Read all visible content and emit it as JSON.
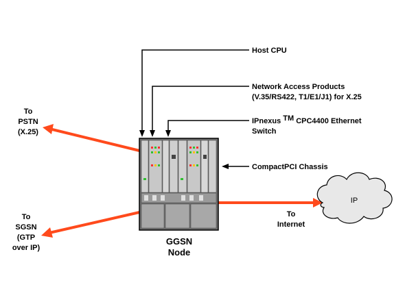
{
  "colors": {
    "accent_red": "#ff4a1c",
    "chassis_gray": "#b0b0b0",
    "chassis_dark": "#6e6e6e",
    "cloud_fill": "#e8e8e8"
  },
  "labels": {
    "host_cpu": "Host CPU",
    "network_access_line1": "Network Access Products",
    "network_access_line2": "(V.35/RS422, T1/E1/J1) for X.25",
    "ipnexus_line1_a": "IPnexus",
    "ipnexus_tm": "TM",
    "ipnexus_line1_b": " CPC4400 Ethernet",
    "ipnexus_line2": "Switch",
    "compactpci": "CompactPCI Chassis",
    "pstn_line1": "To",
    "pstn_line2": "PSTN",
    "pstn_line3": "(X.25)",
    "sgsn_line1": "To",
    "sgsn_line2": "SGSN",
    "sgsn_line3": "(GTP",
    "sgsn_line4": "over IP)",
    "internet_line1": "To",
    "internet_line2": "Internet",
    "ip_cloud": "IP",
    "node_line1": "GGSN",
    "node_line2": "Node"
  }
}
